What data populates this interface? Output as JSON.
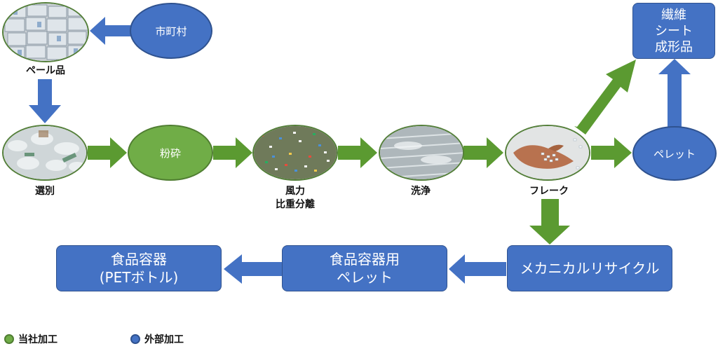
{
  "colors": {
    "internal": "#70ad47",
    "external": "#4472c4",
    "arrow_green": "#5b9a31",
    "arrow_blue": "#4472c4"
  },
  "nodes": {
    "municipality": "市町村",
    "bale_caption": "ペール品",
    "sorting_caption": "選別",
    "crushing": "粉砕",
    "wind_caption": "風力\n比重分離",
    "washing_caption": "洗浄",
    "flake_caption": "フレーク",
    "pellet": "ペレット",
    "fiber": "繊維\nシート\n成形品",
    "mechanical": "メカニカルリサイクル",
    "food_pellet": "食品容器用\nペレット",
    "food_container": "食品容器\n(PETボトル)"
  },
  "legend": {
    "internal": "当社加工",
    "external": "外部加工"
  }
}
